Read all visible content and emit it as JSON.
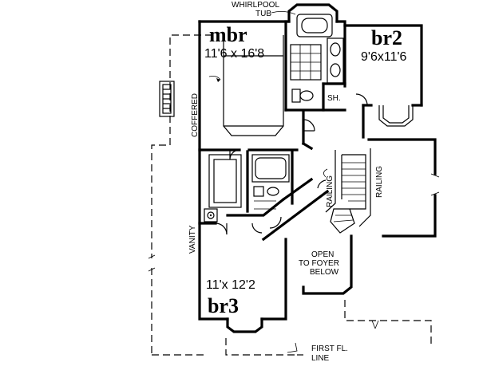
{
  "rooms": {
    "mbr": {
      "name": "mbr",
      "size": "11'6 x 16'8"
    },
    "br2": {
      "name": "br2",
      "size": "9'6x11'6"
    },
    "br3": {
      "name": "br3",
      "size": "11'x 12'2"
    }
  },
  "labels": {
    "whirlpool": "WHIRLPOOL",
    "tub": "TUB",
    "coffered": "COFFERED",
    "vanity": "VANITY",
    "railing_left": "RAILING",
    "railing_right": "RAILING",
    "sh": "SH.",
    "open_line1": "OPEN",
    "open_line2": "TO FOYER",
    "open_line3": "BELOW",
    "first_fl_line1": "FIRST FL.",
    "first_fl_line2": "LINE"
  }
}
